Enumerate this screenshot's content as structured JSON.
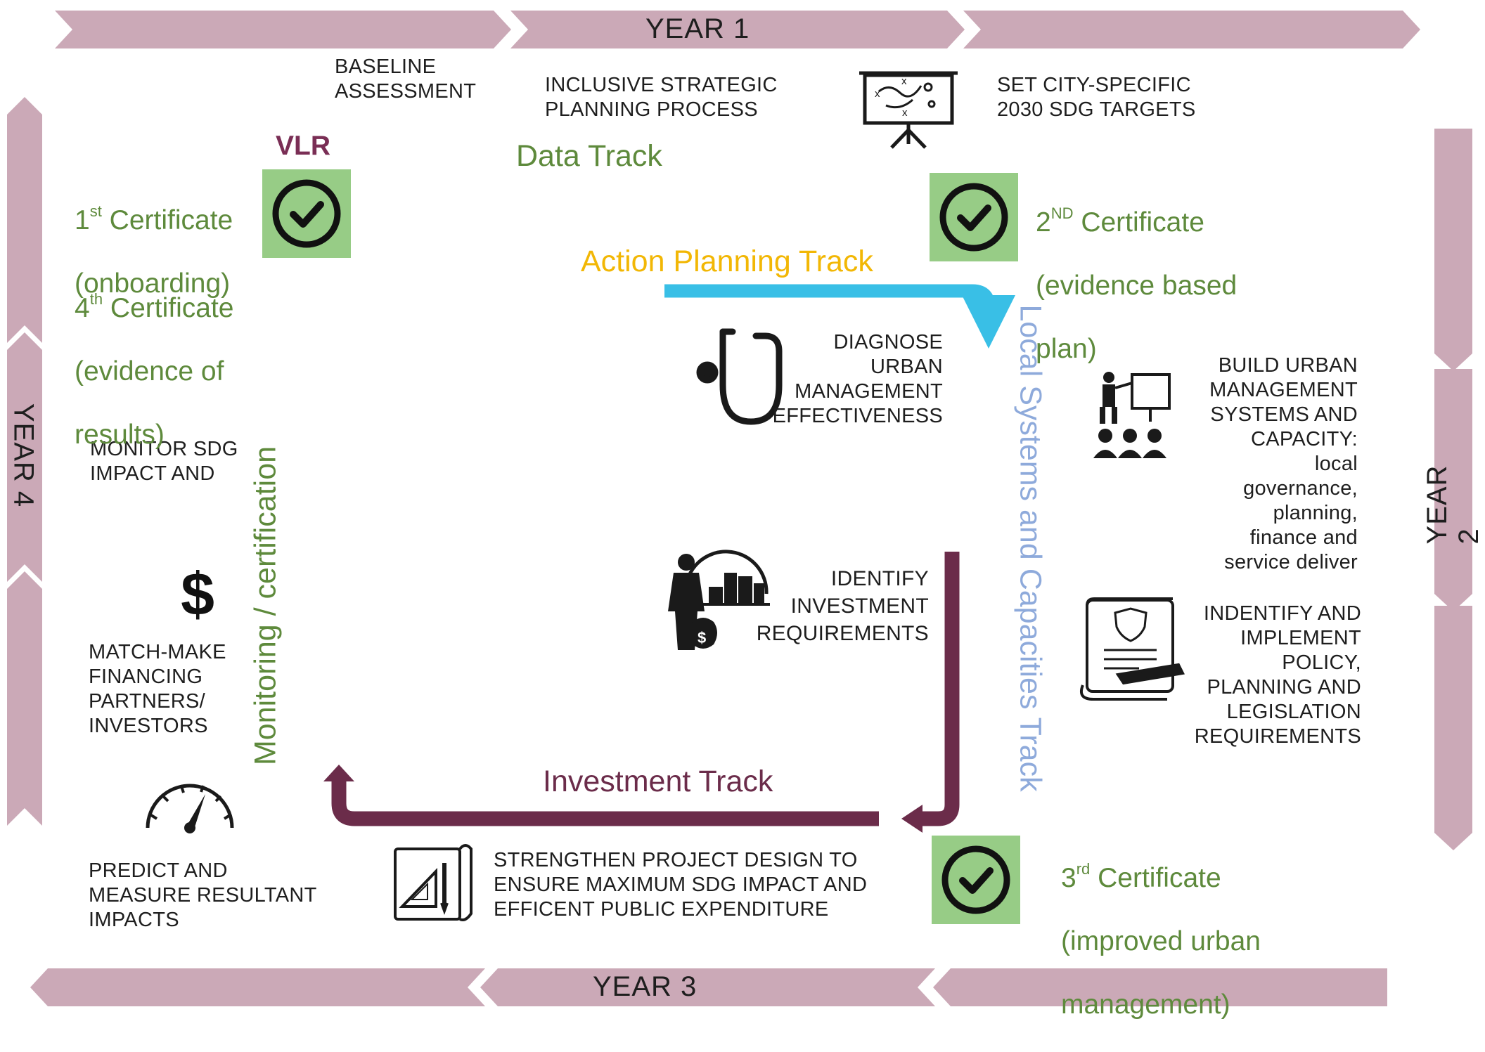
{
  "years": {
    "top": "YEAR 1",
    "right": "YEAR 2",
    "bottom": "YEAR 3",
    "left": "YEAR 4"
  },
  "steps": {
    "baseline": "BASELINE\nASSESSMENT",
    "inclusive": "INCLUSIVE STRATEGIC\nPLANNING PROCESS",
    "set_targets": "SET CITY-SPECIFIC\n2030 SDG TARGETS",
    "diagnose": "DIAGNOSE\nURBAN\nMANAGEMENT\nEFFECTIVENESS",
    "build": "BUILD URBAN\nMANAGEMENT\nSYSTEMS AND\nCAPACITY:\nlocal\ngovernance,\nplanning,\nfinance and\nservice deliver",
    "identify_investment": "IDENTIFY\nINVESTMENT\nREQUIREMENTS",
    "policy": "INDENTIFY  AND\nIMPLEMENT\nPOLICY,\nPLANNING AND\nLEGISLATION\nREQUIREMENTS",
    "strengthen": "STRENGTHEN PROJECT DESIGN TO\nENSURE MAXIMUM SDG IMPACT AND\nEFFICENT PUBLIC EXPENDITURE",
    "monitor": "MONITOR SDG\nIMPACT AND",
    "matchmake": "MATCH-MAKE\nFINANCING\nPARTNERS/\nINVESTORS",
    "predict": "PREDICT AND\nMEASURE RESULTANT\nIMPACTS"
  },
  "tracks": {
    "data": "Data Track",
    "action_planning": "Action Planning Track",
    "local_systems": "Local Systems and Capacities Track",
    "investment": "Investment Track",
    "monitoring": "Monitoring / certification"
  },
  "vlr": "VLR",
  "certificates": {
    "c1": {
      "num": "1",
      "sup": "st",
      "label": "Certificate",
      "sub": "(onboarding)"
    },
    "c2": {
      "num": "2",
      "sup": "ND",
      "label": "Certificate",
      "sub1": "(evidence based",
      "sub2": "plan)"
    },
    "c3": {
      "num": "3",
      "sup": "rd",
      "label": "Certificate",
      "sub1": "(improved urban",
      "sub2": "management)"
    },
    "c4": {
      "num": "4",
      "sup": "th",
      "label": "Certificate",
      "sub1": "(evidence of",
      "sub2": "results)"
    }
  },
  "dollar_symbol": "$",
  "icons": [
    "check-icon",
    "strategy-board-icon",
    "stethoscope-icon",
    "presentation-audience-icon",
    "investor-city-icon",
    "policy-document-icon",
    "blueprint-icon",
    "dollar-icon",
    "speedometer-icon"
  ],
  "colors": {
    "year_band": "#cba9b7",
    "check_box": "#97cc86",
    "green_text": "#5e8a3c",
    "action_track": "#f2b705",
    "action_arrow": "#39bfe6",
    "local_track": "#8eaadb",
    "investment": "#6b2c4a",
    "vlr": "#7a2e55"
  }
}
